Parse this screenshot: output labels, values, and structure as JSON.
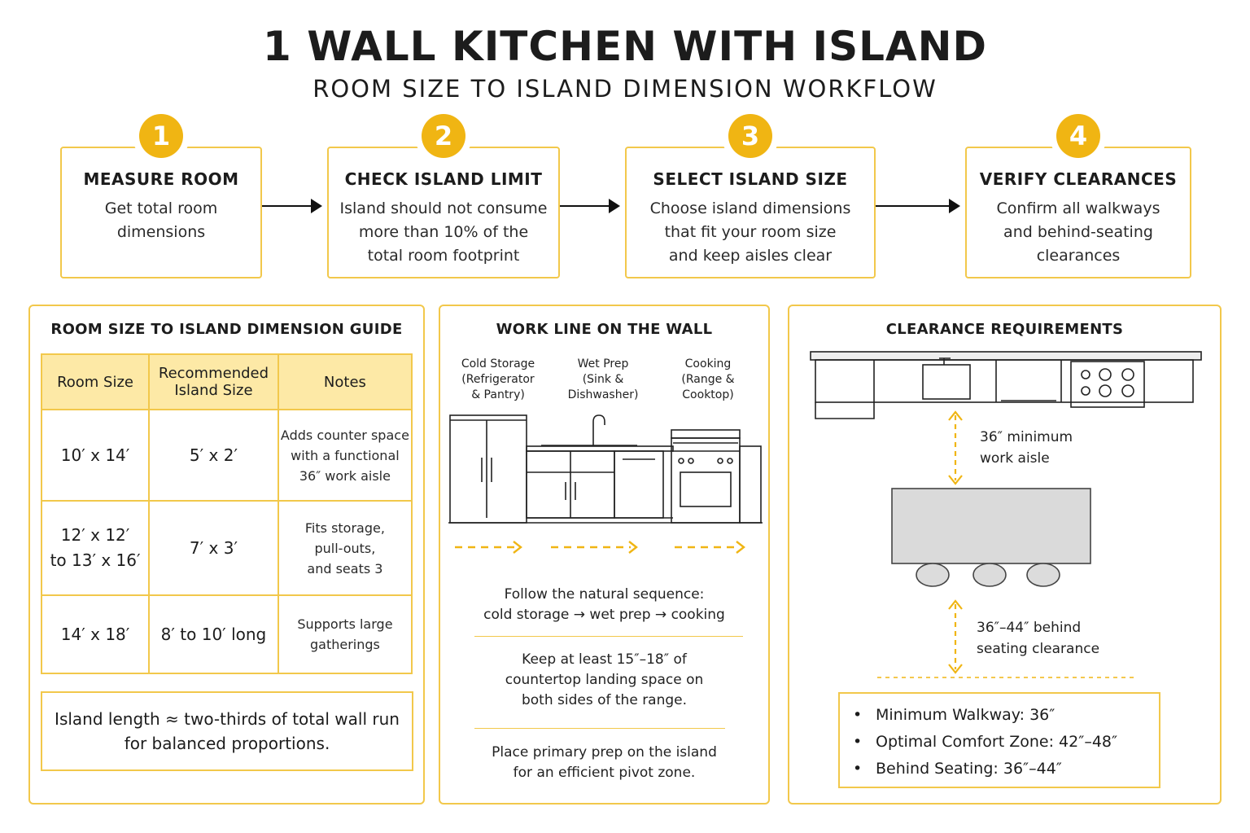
{
  "header": {
    "title": "1 WALL KITCHEN WITH ISLAND",
    "subtitle": "ROOM SIZE TO ISLAND DIMENSION WORKFLOW"
  },
  "steps": [
    {
      "number": "1",
      "title": "MEASURE ROOM",
      "line1": "Get total room",
      "line2": "dimensions",
      "line3": ""
    },
    {
      "number": "2",
      "title": "CHECK ISLAND LIMIT",
      "line1": "Island should not consume",
      "line2": "more than 10% of the",
      "line3": "total room footprint"
    },
    {
      "number": "3",
      "title": "SELECT ISLAND SIZE",
      "line1": "Choose island dimensions",
      "line2": "that fit your room size",
      "line3": "and keep aisles clear"
    },
    {
      "number": "4",
      "title": "VERIFY CLEARANCES",
      "line1": "Confirm all walkways",
      "line2": "and behind-seating",
      "line3": "clearances"
    }
  ],
  "guide": {
    "title": "ROOM SIZE TO ISLAND DIMENSION GUIDE",
    "headers": {
      "room": "Room Size",
      "island_1": "Recommended",
      "island_2": "Island Size",
      "notes": "Notes"
    },
    "rows": [
      {
        "room_1": "10′ x 14′",
        "room_2": "",
        "island": "5′ x 2′",
        "note_1": "Adds counter space",
        "note_2": "with a functional",
        "note_3": "36″ work aisle"
      },
      {
        "room_1": "12′ x 12′",
        "room_2": "to 13′ x 16′",
        "island": "7′ x 3′",
        "note_1": "Fits storage,",
        "note_2": "pull-outs,",
        "note_3": "and seats 3"
      },
      {
        "room_1": "14′ x 18′",
        "room_2": "",
        "island": "8′ to 10′ long",
        "note_1": "Supports large",
        "note_2": "gatherings",
        "note_3": ""
      }
    ],
    "rule_1": "Island length ≈ two-thirds of total wall run",
    "rule_2": "for balanced proportions."
  },
  "workline": {
    "title": "WORK LINE ON THE WALL",
    "zones": [
      {
        "l1": "Cold Storage",
        "l2": "(Refrigerator",
        "l3": "& Pantry)"
      },
      {
        "l1": "Wet Prep",
        "l2": "(Sink &",
        "l3": "Dishwasher)"
      },
      {
        "l1": "Cooking",
        "l2": "(Range &",
        "l3": "Cooktop)"
      }
    ],
    "text1_a": "Follow the natural sequence:",
    "text1_b": "cold storage → wet prep → cooking",
    "text2_a": "Keep at least 15″–18″ of",
    "text2_b": "countertop landing space on",
    "text2_c": "both sides of the range.",
    "text3_a": "Place primary prep on the island",
    "text3_b": "for an efficient pivot zone."
  },
  "clearance": {
    "title": "CLEARANCE REQUIREMENTS",
    "aisle_1": "36″ minimum",
    "aisle_2": "work aisle",
    "seat_1": "36″–44″ behind",
    "seat_2": "seating clearance",
    "items": [
      "Minimum Walkway:  36″",
      "Optimal Comfort Zone:  42″–48″",
      "Behind Seating:  36″–44″"
    ]
  },
  "colors": {
    "accent": "#f0b513",
    "border": "#f2c84b",
    "header_fill": "#fde9a6",
    "island_fill": "#dadada"
  }
}
